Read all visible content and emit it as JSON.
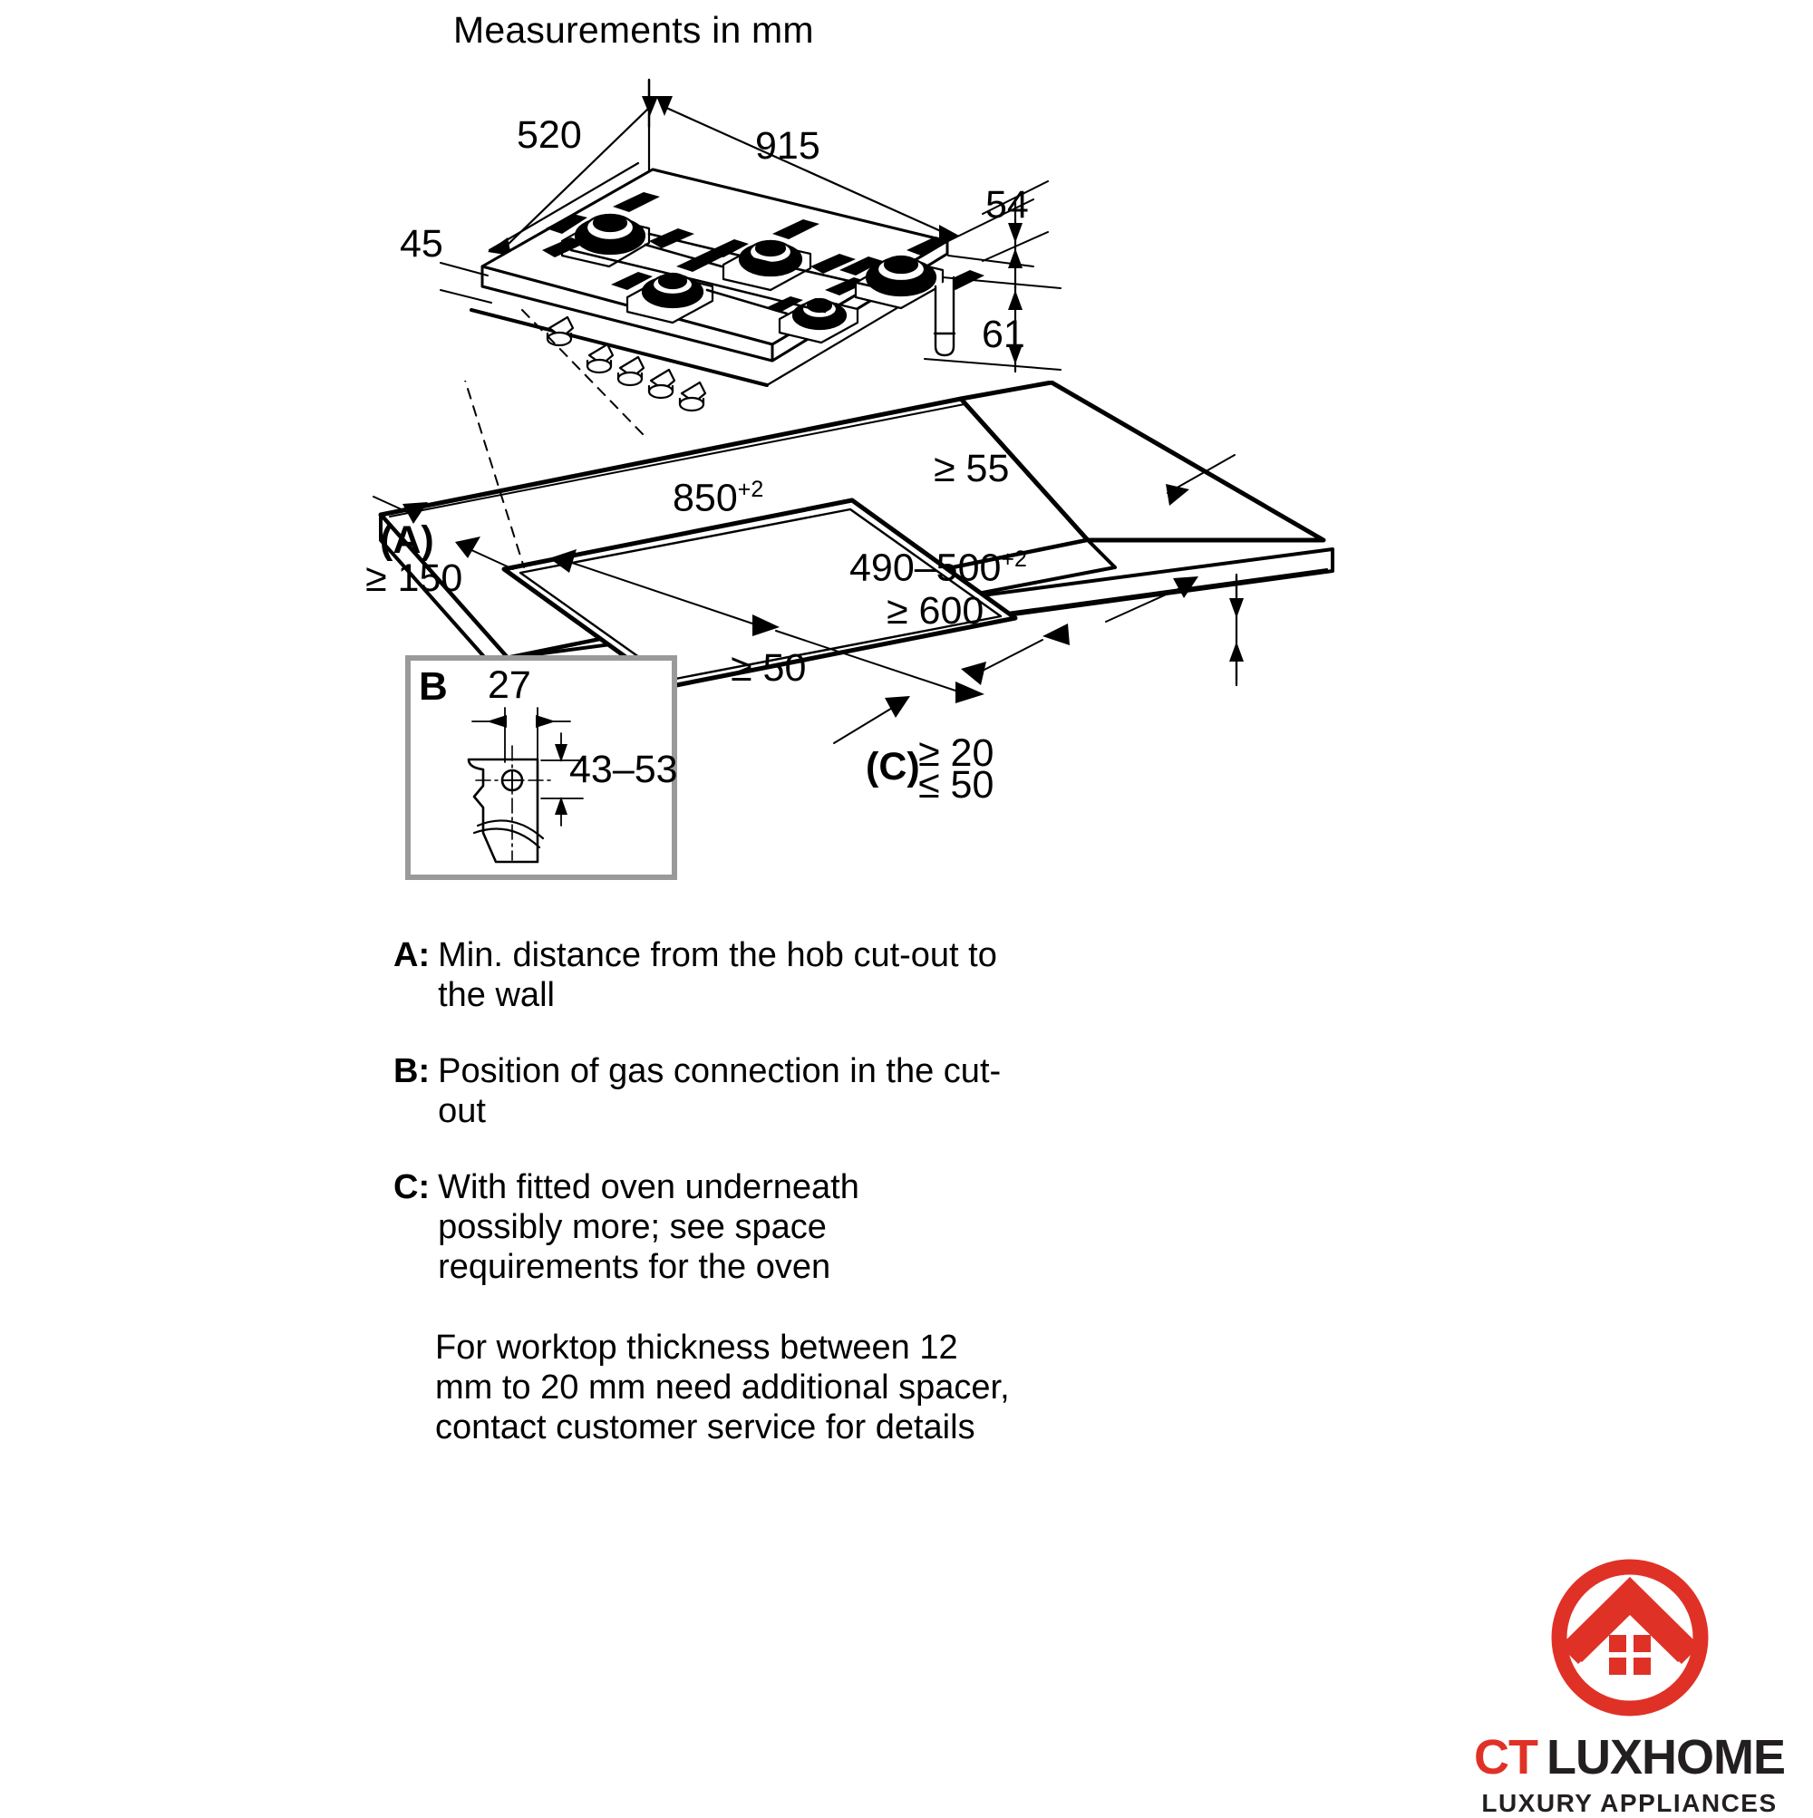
{
  "header": {
    "title": "Measurements in mm"
  },
  "hob_dimensions": {
    "depth": "520",
    "width": "915",
    "front_lip": "45",
    "glass_edge": "54",
    "gas_pipe_depth": "61"
  },
  "cutout_dimensions": {
    "cutout_width": "850",
    "cutout_width_tol": "+2",
    "cutout_depth": "490–500",
    "cutout_depth_tol": "+2",
    "wall_distance_ref": "(A)",
    "wall_distance": "≥ 150",
    "rear_clearance": "≥ 55",
    "front_clearance": "≥ 50",
    "cabinet_width": "≥ 600",
    "worktop_ref": "(C)",
    "worktop_min": "≥ 20",
    "worktop_max": "≤ 50"
  },
  "detail_b": {
    "label": "B",
    "horizontal": "27",
    "vertical": "43–53"
  },
  "legend": [
    {
      "key": "A:",
      "text": "Min. distance from the hob cut-out to the wall"
    },
    {
      "key": "B:",
      "text": "Position of gas connection in the cut-out"
    },
    {
      "key": "C:",
      "text": "With fitted oven underneath possibly more; see space requirements for the oven"
    }
  ],
  "note": "For worktop thickness between 12 mm to 20 mm need additional spacer, contact customer service for details",
  "brand": {
    "name_primary": "CT",
    "name_secondary": "LUXHOME",
    "tagline": "LUXURY APPLIANCES",
    "accent_color": "#E03127",
    "dark_color": "#231f20",
    "icon": "house-in-circle-logo"
  },
  "icons": {
    "dimension_arrow": "dimension-arrow-icon",
    "hob": "gas-hob-isometric-icon",
    "worktop": "worktop-cutout-isometric-icon",
    "gas_connection": "gas-connection-detail-icon"
  }
}
